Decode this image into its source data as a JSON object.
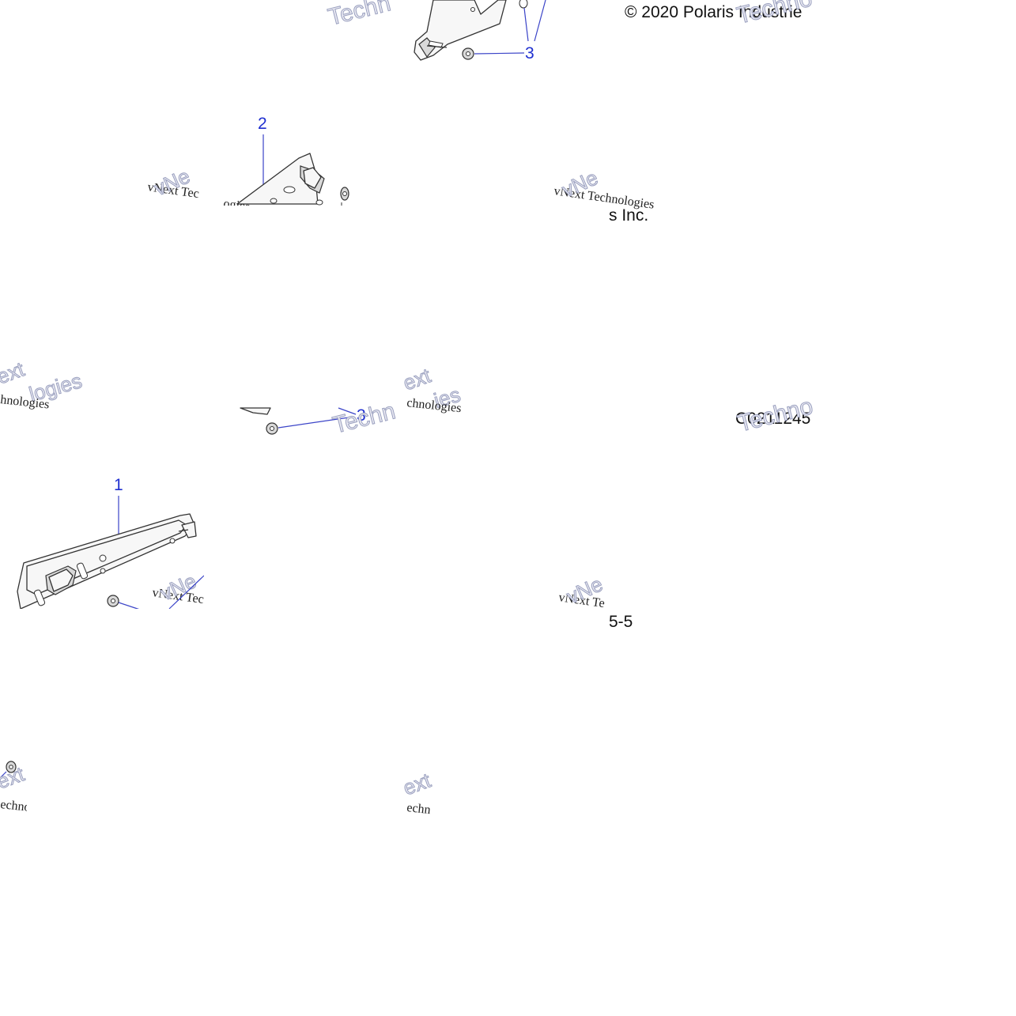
{
  "labels": {
    "copyright": "© 2020 Polaris Industrie",
    "inc": "s Inc.",
    "code": "C0211245",
    "page_suffix": "5-5"
  },
  "callouts": {
    "c1": "1",
    "c2": "2",
    "c3_top": "3",
    "c3_mid": "3"
  },
  "watermark": {
    "line1": "vNext Technologies",
    "line1_a": "vNext Tec",
    "line1_b": "vNext Te",
    "frag_ogies": "ogies",
    "frag_hnologies": "hnologies",
    "frag_chnologies": "chnologies",
    "frag_echno": "echno",
    "frag_echn": "echn",
    "frag_techno": "Techno",
    "frag_techn": "Techn",
    "frag_vne": "vNe",
    "frag_ext": "ext",
    "frag_logies": "logies",
    "frag_ies": "ies"
  }
}
